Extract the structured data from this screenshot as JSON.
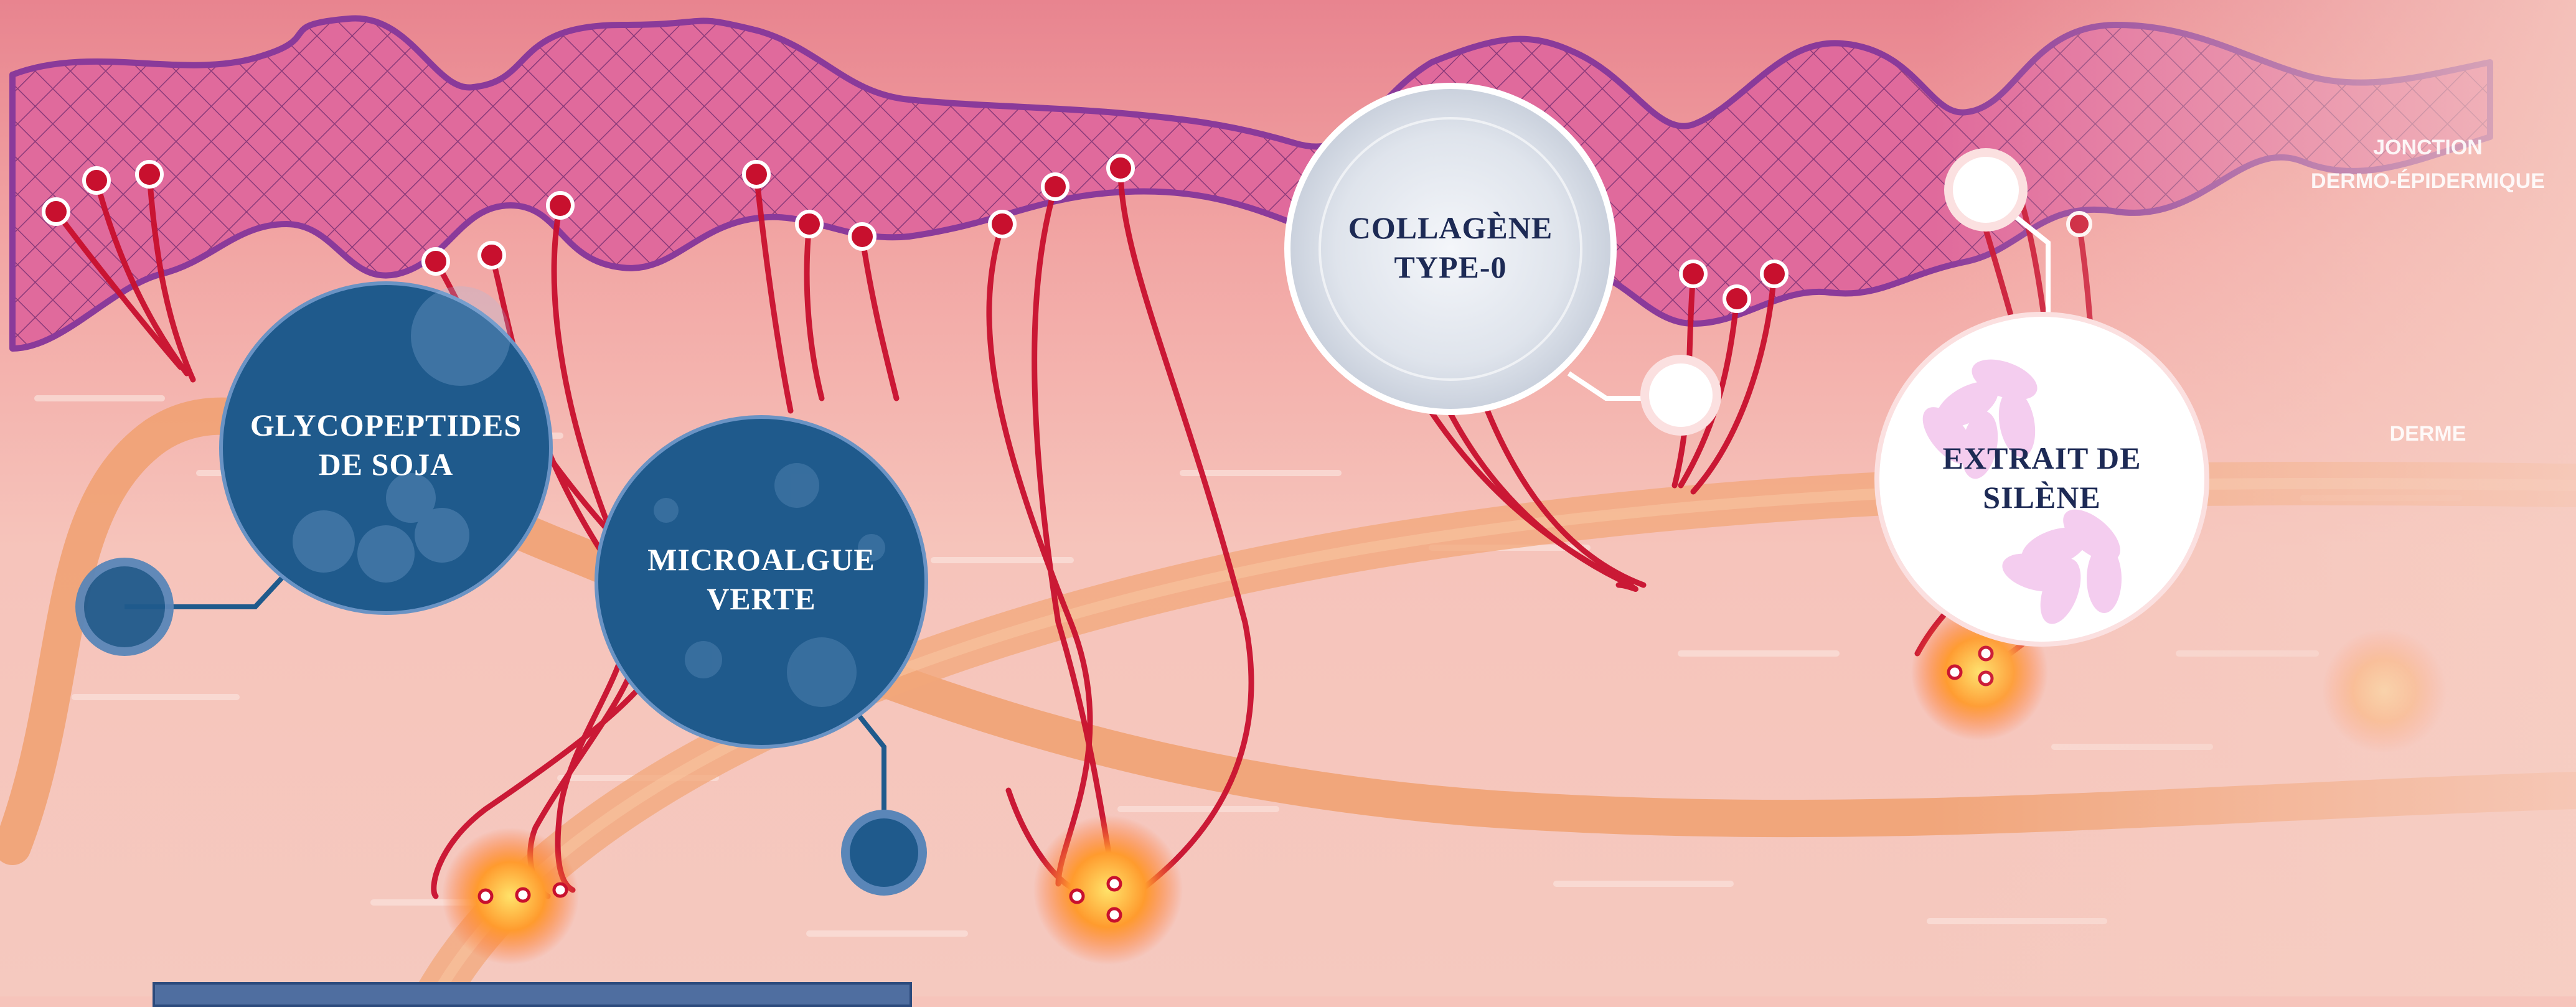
{
  "labels": {
    "soja": [
      "GLYCOPEPTIDES",
      "DE SOJA"
    ],
    "algue": [
      "MICROALGUE",
      "VERTE"
    ],
    "collagene": [
      "COLLAGÈNE",
      "TYPE-0"
    ],
    "silene": [
      "EXTRAIT DE",
      "SILÈNE"
    ]
  },
  "layers": {
    "junction": [
      "JONCTION",
      "DERMO-ÉPIDERMIQUE"
    ],
    "dermis": "DERME"
  },
  "colors": {
    "skin_top": "#e8848f",
    "skin": "#f6c4bb",
    "membrane": "#d9578a",
    "membrane_edge": "#8a3a9a",
    "nerve": "#c8102e",
    "vessel": "#f0a070",
    "navy_circle": "#1f5a8c",
    "navy_text": "#1d2a55"
  }
}
